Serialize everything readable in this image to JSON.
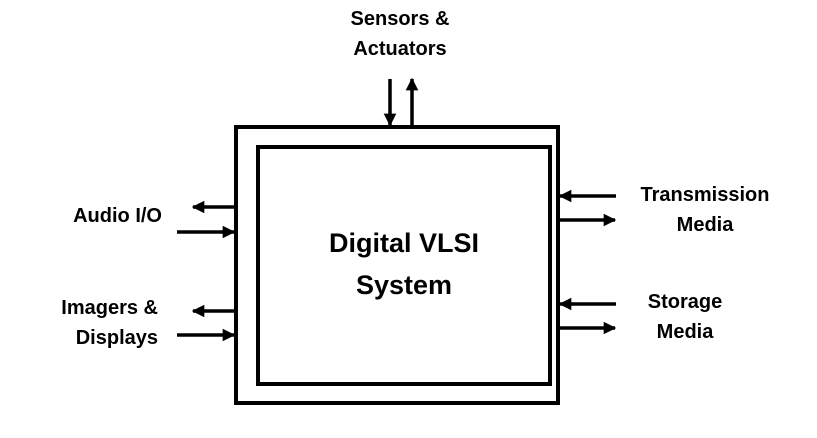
{
  "center": {
    "line1": "Digital VLSI",
    "line2": "System"
  },
  "top": {
    "line1": "Sensors &",
    "line2": "Actuators"
  },
  "left": [
    {
      "line1": "Audio I/O"
    },
    {
      "line1": "Imagers &",
      "line2": "Displays"
    }
  ],
  "right": [
    {
      "line1": "Transmission",
      "line2": "Media"
    },
    {
      "line1": "Storage",
      "line2": "Media"
    }
  ],
  "colors": {
    "stroke": "#000000",
    "background": "#ffffff"
  }
}
